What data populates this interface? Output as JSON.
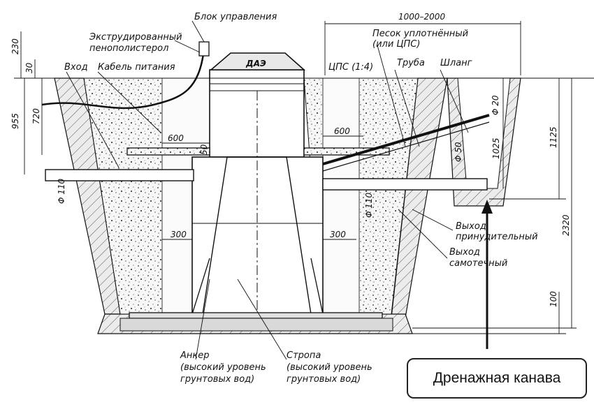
{
  "labels": {
    "control_unit": "Блок управления",
    "foam_1": "Экструдированный",
    "foam_2": "пенополистерол",
    "inlet": "Вход",
    "power_cable": "Кабель питания",
    "sand_1": "Песок уплотнённый",
    "sand_2": "(или ЦПС)",
    "cps": "ЦПС (1:4)",
    "pipe": "Труба",
    "hose": "Шланг",
    "out_forced_1": "Выход",
    "out_forced_2": "принудительный",
    "out_gravity_1": "Выход",
    "out_gravity_2": "самотечный",
    "anchor_1": "Анкер",
    "anchor_2": "(высокий уровень",
    "anchor_3": "грунтовых вод)",
    "sling_1": "Стропа",
    "sling_2": "(высокий уровень",
    "sling_3": "грунтовых вод)"
  },
  "dimensions": {
    "d230": "230",
    "d30": "30",
    "d955": "955",
    "d720": "720",
    "d50": "50",
    "d600_left": "600",
    "d600_right": "600",
    "d300_left": "300",
    "d300_right": "300",
    "d110_left": "Φ 110",
    "d110_right": "Φ 110",
    "d20": "Φ 20",
    "d50_pipe": "Φ 50",
    "d1000_2000": "1000–2000",
    "d1025": "1025",
    "d1125": "1125",
    "d2320": "2320",
    "d100": "100"
  },
  "callout": {
    "text": "Дренажная канава"
  },
  "colors": {
    "line": "#111111",
    "soil": "#e6e6e6",
    "fill": "#f2f2f2"
  }
}
